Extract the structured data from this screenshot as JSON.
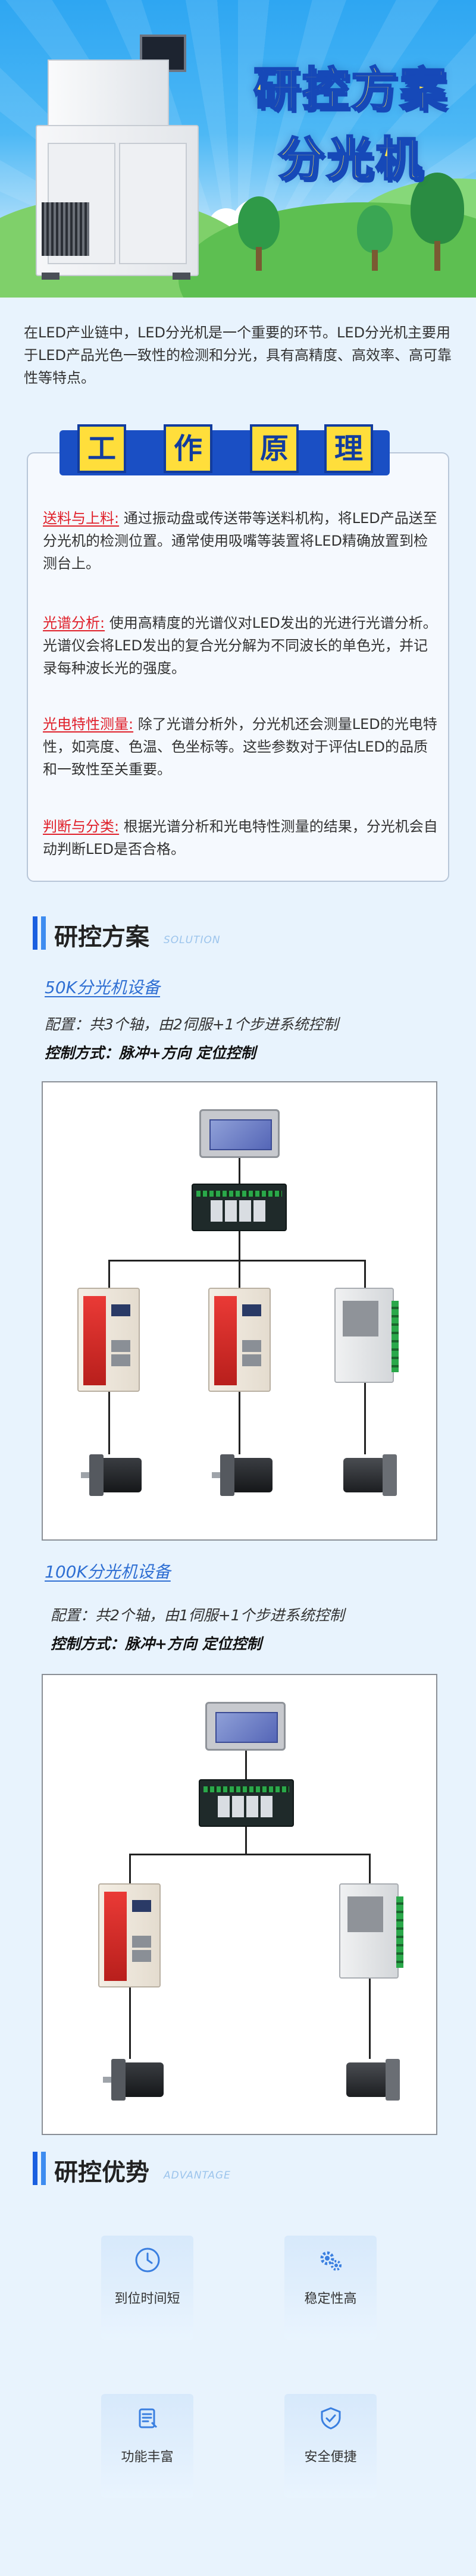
{
  "hero": {
    "title_line1": "研控方案",
    "title_line2": "分光机"
  },
  "intro": {
    "text": "在LED产业链中，LED分光机是一个重要的环节。LED分光机主要用于LED产品光色一致性的检测和分光，具有高精度、高效率、高可靠性等特点。"
  },
  "principle": {
    "chars": [
      "工",
      "作",
      "原",
      "理"
    ],
    "items": [
      {
        "key": "送料与上料:",
        "text": "通过振动盘或传送带等送料机构，将LED产品送至分光机的检测位置。通常使用吸嘴等装置将LED精确放置到检测台上。"
      },
      {
        "key": "光谱分析:",
        "text": "使用高精度的光谱仪对LED发出的光进行光谱分析。光谱仪会将LED发出的复合光分解为不同波长的单色光，并记录每种波长光的强度。"
      },
      {
        "key": "光电特性测量:",
        "text": "除了光谱分析外，分光机还会测量LED的光电特性，如亮度、色温、色坐标等。这些参数对于评估LED的品质和一致性至关重要。"
      },
      {
        "key": "判断与分类:",
        "text": "根据光谱分析和光电特性测量的结果，分光机会自动判断LED是否合格。"
      }
    ]
  },
  "solution": {
    "title": "研控方案",
    "en": "SOLUTION",
    "schemes": [
      {
        "name": "50K分光机设备",
        "config": "配置：共3个轴，由2伺服+1个步进系统控制",
        "control": "控制方式：脉冲+方向 定位控制"
      },
      {
        "name": "100K分光机设备",
        "config": "配置：共2个轴，由1伺服+1个步进系统控制",
        "control": "控制方式：脉冲+方向 定位控制"
      }
    ]
  },
  "advantage": {
    "title": "研控优势",
    "en": "ADVANTAGE",
    "cards": [
      {
        "label": "到位时间短",
        "icon": "clock-icon"
      },
      {
        "label": "稳定性高",
        "icon": "gears-icon"
      },
      {
        "label": "功能丰富",
        "icon": "document-icon"
      },
      {
        "label": "安全便捷",
        "icon": "shield-icon"
      }
    ]
  },
  "colors": {
    "accent_blue": "#1a5fe0",
    "title_yellow": "#ffe14d",
    "key_red": "#e0202a"
  }
}
